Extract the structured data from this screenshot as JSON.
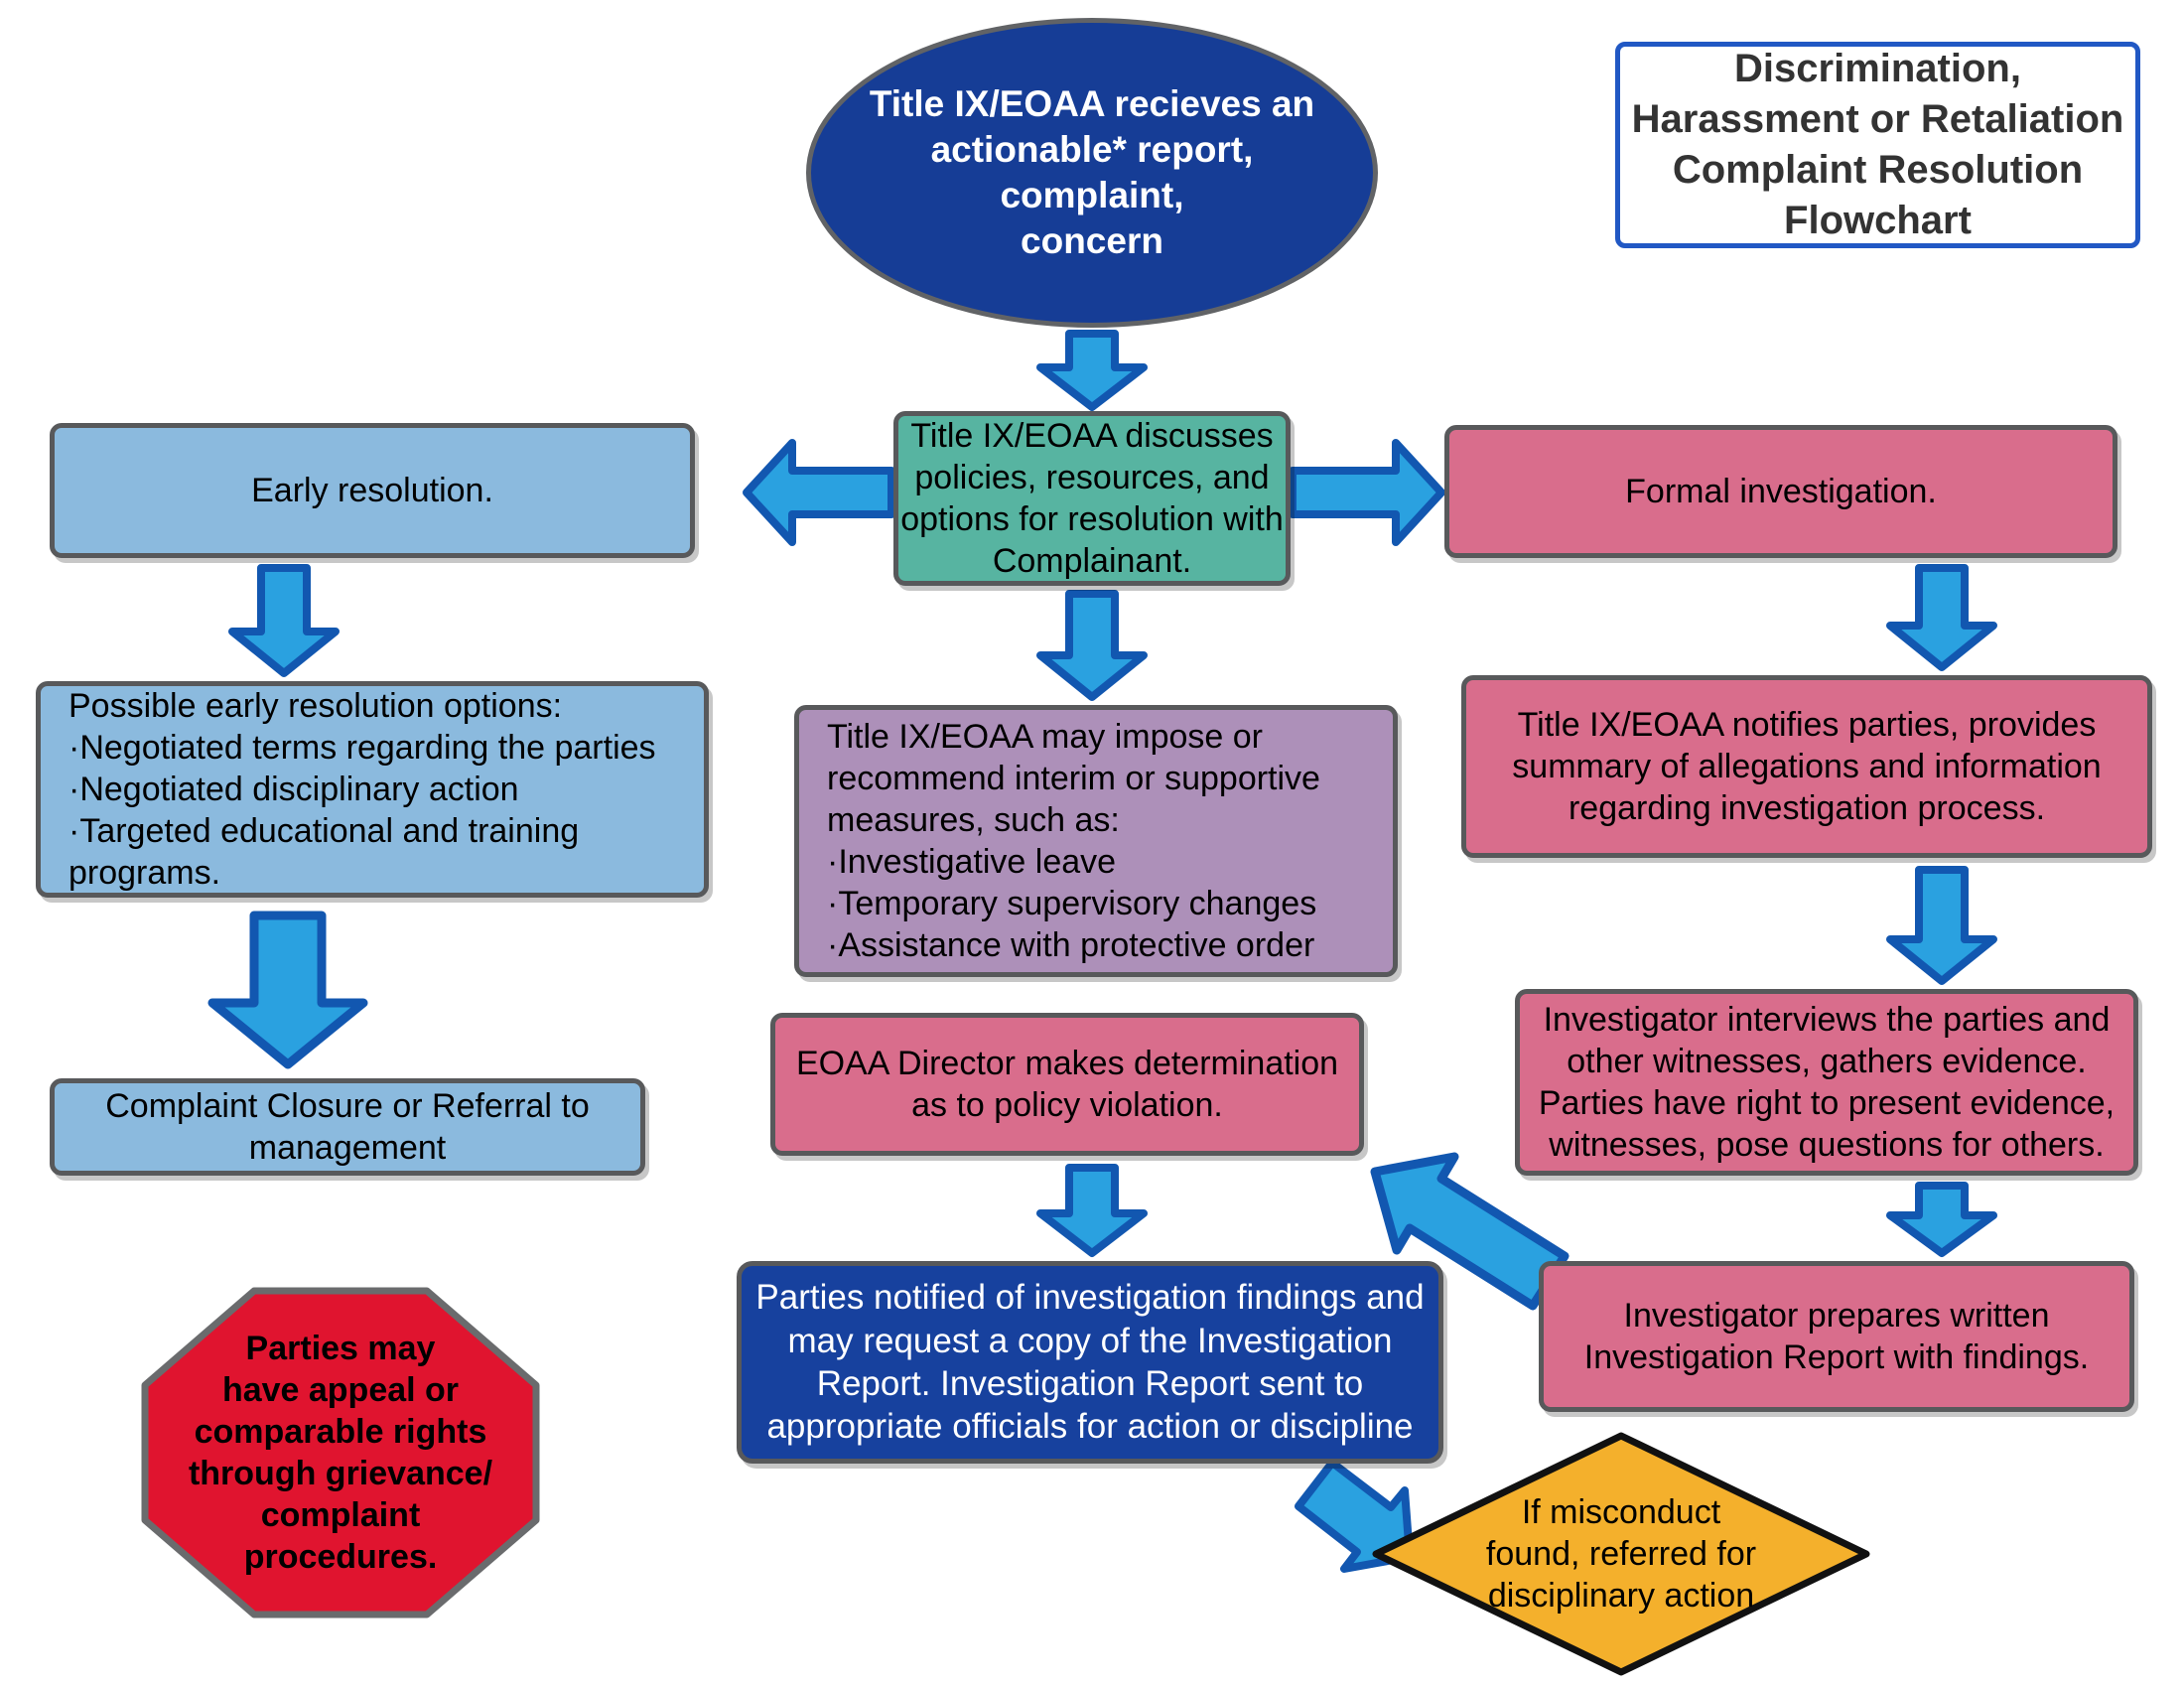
{
  "title": {
    "text": "Discrimination,\nHarassment or Retaliation\nComplaint Resolution\nFlowchart"
  },
  "nodes": {
    "start": {
      "text": "Title IX/EOAA recieves an\nactionable* report, complaint,\nconcern",
      "shape": "ellipse",
      "color": "#163d96"
    },
    "discuss": {
      "text": "Title IX/EOAA discusses\npolicies, resources, and\noptions for resolution with\nComplainant.",
      "shape": "rect",
      "color": "#57b4a1"
    },
    "early": {
      "text": "Early resolution.",
      "shape": "rect",
      "color": "#8bbade"
    },
    "formal": {
      "text": "Formal investigation.",
      "shape": "rect",
      "color": "#d96d8c"
    },
    "options": {
      "text": "Possible early resolution options:\n·Negotiated terms regarding the parties\n·Negotiated disciplinary action\n·Targeted educational and training\nprograms.",
      "shape": "rect",
      "color": "#8bbade"
    },
    "interim": {
      "text": "Title IX/EOAA may impose or\nrecommend interim or supportive\nmeasures, such as:\n·Investigative leave\n·Temporary supervisory changes\n·Assistance with protective order",
      "shape": "rect",
      "color": "#ad90b9"
    },
    "notifies": {
      "text": "Title IX/EOAA notifies parties, provides\nsummary of allegations and information\nregarding investigation process.",
      "shape": "rect",
      "color": "#d96d8c"
    },
    "closure": {
      "text": "Complaint Closure or Referral to\nmanagement",
      "shape": "rect",
      "color": "#8bbade"
    },
    "interviews": {
      "text": "Investigator interviews the parties and\nother witnesses, gathers evidence.\nParties have right to present evidence,\nwitnesses, pose questions for others.",
      "shape": "rect",
      "color": "#d96d8c"
    },
    "director": {
      "text": "EOAA Director makes determination\nas to policy violation.",
      "shape": "rect",
      "color": "#d96d8c"
    },
    "prepares": {
      "text": "Investigator prepares written\nInvestigation Report with findings.",
      "shape": "rect",
      "color": "#d96d8c"
    },
    "notified": {
      "text": "Parties notified of investigation findings and\nmay request a copy of the Investigation\nReport. Investigation Report sent to\nappropriate officials for  action or discipline",
      "shape": "rect",
      "color": "#17419e"
    },
    "appeal": {
      "text": "Parties may\nhave appeal or\ncomparable rights\nthrough grievance/\ncomplaint\nprocedures.",
      "shape": "octagon",
      "color": "#e0142f"
    },
    "misconduct": {
      "text": "If misconduct\nfound, referred for\ndisciplinary action",
      "shape": "diamond",
      "color": "#f4b02c"
    }
  },
  "edges": [
    {
      "from": "start",
      "to": "discuss"
    },
    {
      "from": "discuss",
      "to": "early"
    },
    {
      "from": "discuss",
      "to": "formal"
    },
    {
      "from": "discuss",
      "to": "interim"
    },
    {
      "from": "early",
      "to": "options"
    },
    {
      "from": "options",
      "to": "closure"
    },
    {
      "from": "formal",
      "to": "notifies"
    },
    {
      "from": "notifies",
      "to": "interviews"
    },
    {
      "from": "interviews",
      "to": "prepares"
    },
    {
      "from": "prepares",
      "to": "director"
    },
    {
      "from": "director",
      "to": "notified"
    },
    {
      "from": "notified",
      "to": "misconduct"
    }
  ],
  "colors": {
    "node_border": "#58595b",
    "arrow_fill": "#2aa1e0",
    "arrow_border": "#1257b0",
    "dark_blue": "#163d96",
    "teal": "#57b4a1",
    "light_blue": "#8bbade",
    "pink": "#d96d8c",
    "purple": "#ad90b9",
    "red_octagon": "#e0142f",
    "yellow_diamond": "#f4b02c",
    "title_border": "#2158c4",
    "diamond_border": "#111111"
  }
}
